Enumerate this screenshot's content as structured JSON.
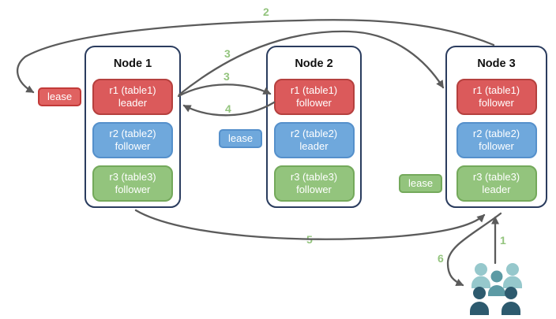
{
  "nodes": [
    {
      "title": "Node 1",
      "replicas": [
        {
          "name": "r1 (table1)",
          "role": "leader",
          "color": "red"
        },
        {
          "name": "r2 (table2)",
          "role": "follower",
          "color": "blue"
        },
        {
          "name": "r3 (table3)",
          "role": "follower",
          "color": "green"
        }
      ]
    },
    {
      "title": "Node 2",
      "replicas": [
        {
          "name": "r1 (table1)",
          "role": "follower",
          "color": "red"
        },
        {
          "name": "r2 (table2)",
          "role": "leader",
          "color": "blue"
        },
        {
          "name": "r3 (table3)",
          "role": "follower",
          "color": "green"
        }
      ]
    },
    {
      "title": "Node 3",
      "replicas": [
        {
          "name": "r1 (table1)",
          "role": "follower",
          "color": "red"
        },
        {
          "name": "r2 (table2)",
          "role": "follower",
          "color": "blue"
        },
        {
          "name": "r3 (table3)",
          "role": "leader",
          "color": "green"
        }
      ]
    }
  ],
  "leases": [
    {
      "label": "lease",
      "color": "red"
    },
    {
      "label": "lease",
      "color": "blue"
    },
    {
      "label": "lease",
      "color": "green"
    }
  ],
  "steps": [
    {
      "label": "1"
    },
    {
      "label": "2"
    },
    {
      "label": "3"
    },
    {
      "label": "3"
    },
    {
      "label": "4"
    },
    {
      "label": "5"
    },
    {
      "label": "6"
    }
  ],
  "arrows": [
    {
      "step": "1",
      "from": "users-group",
      "to": "node-3-bottom"
    },
    {
      "step": "2",
      "from": "node-3-top",
      "to": "lease-badge-red"
    },
    {
      "step": "3",
      "from": "node-1-replica-r1",
      "to": "node-3-replica-r1"
    },
    {
      "step": "3",
      "from": "node-1-replica-r1",
      "to": "node-2-replica-r1"
    },
    {
      "step": "4",
      "from": "node-2-replica-r1",
      "to": "node-1-replica-r1"
    },
    {
      "step": "5",
      "from": "node-1-bottom",
      "to": "node-3-bottom"
    },
    {
      "step": "6",
      "from": "node-3-bottom",
      "to": "users-group"
    }
  ],
  "icons": {
    "users": "users-group-icon"
  },
  "colors": {
    "red_fill": "#db5a5b",
    "red_border": "#b5403e",
    "blue_fill": "#6fa8dc",
    "blue_border": "#5590cb",
    "green_fill": "#93c47d",
    "green_border": "#74a95b",
    "lease_red_fill": "#e06261",
    "lease_red_border": "#c23a38",
    "node_border": "#2a3c5e",
    "arrow": "#5b5b5b",
    "step_label": "#93c47d",
    "users_light": "#96c8cc",
    "users_medium": "#5c9aa4",
    "users_dark": "#2d5a6e"
  }
}
